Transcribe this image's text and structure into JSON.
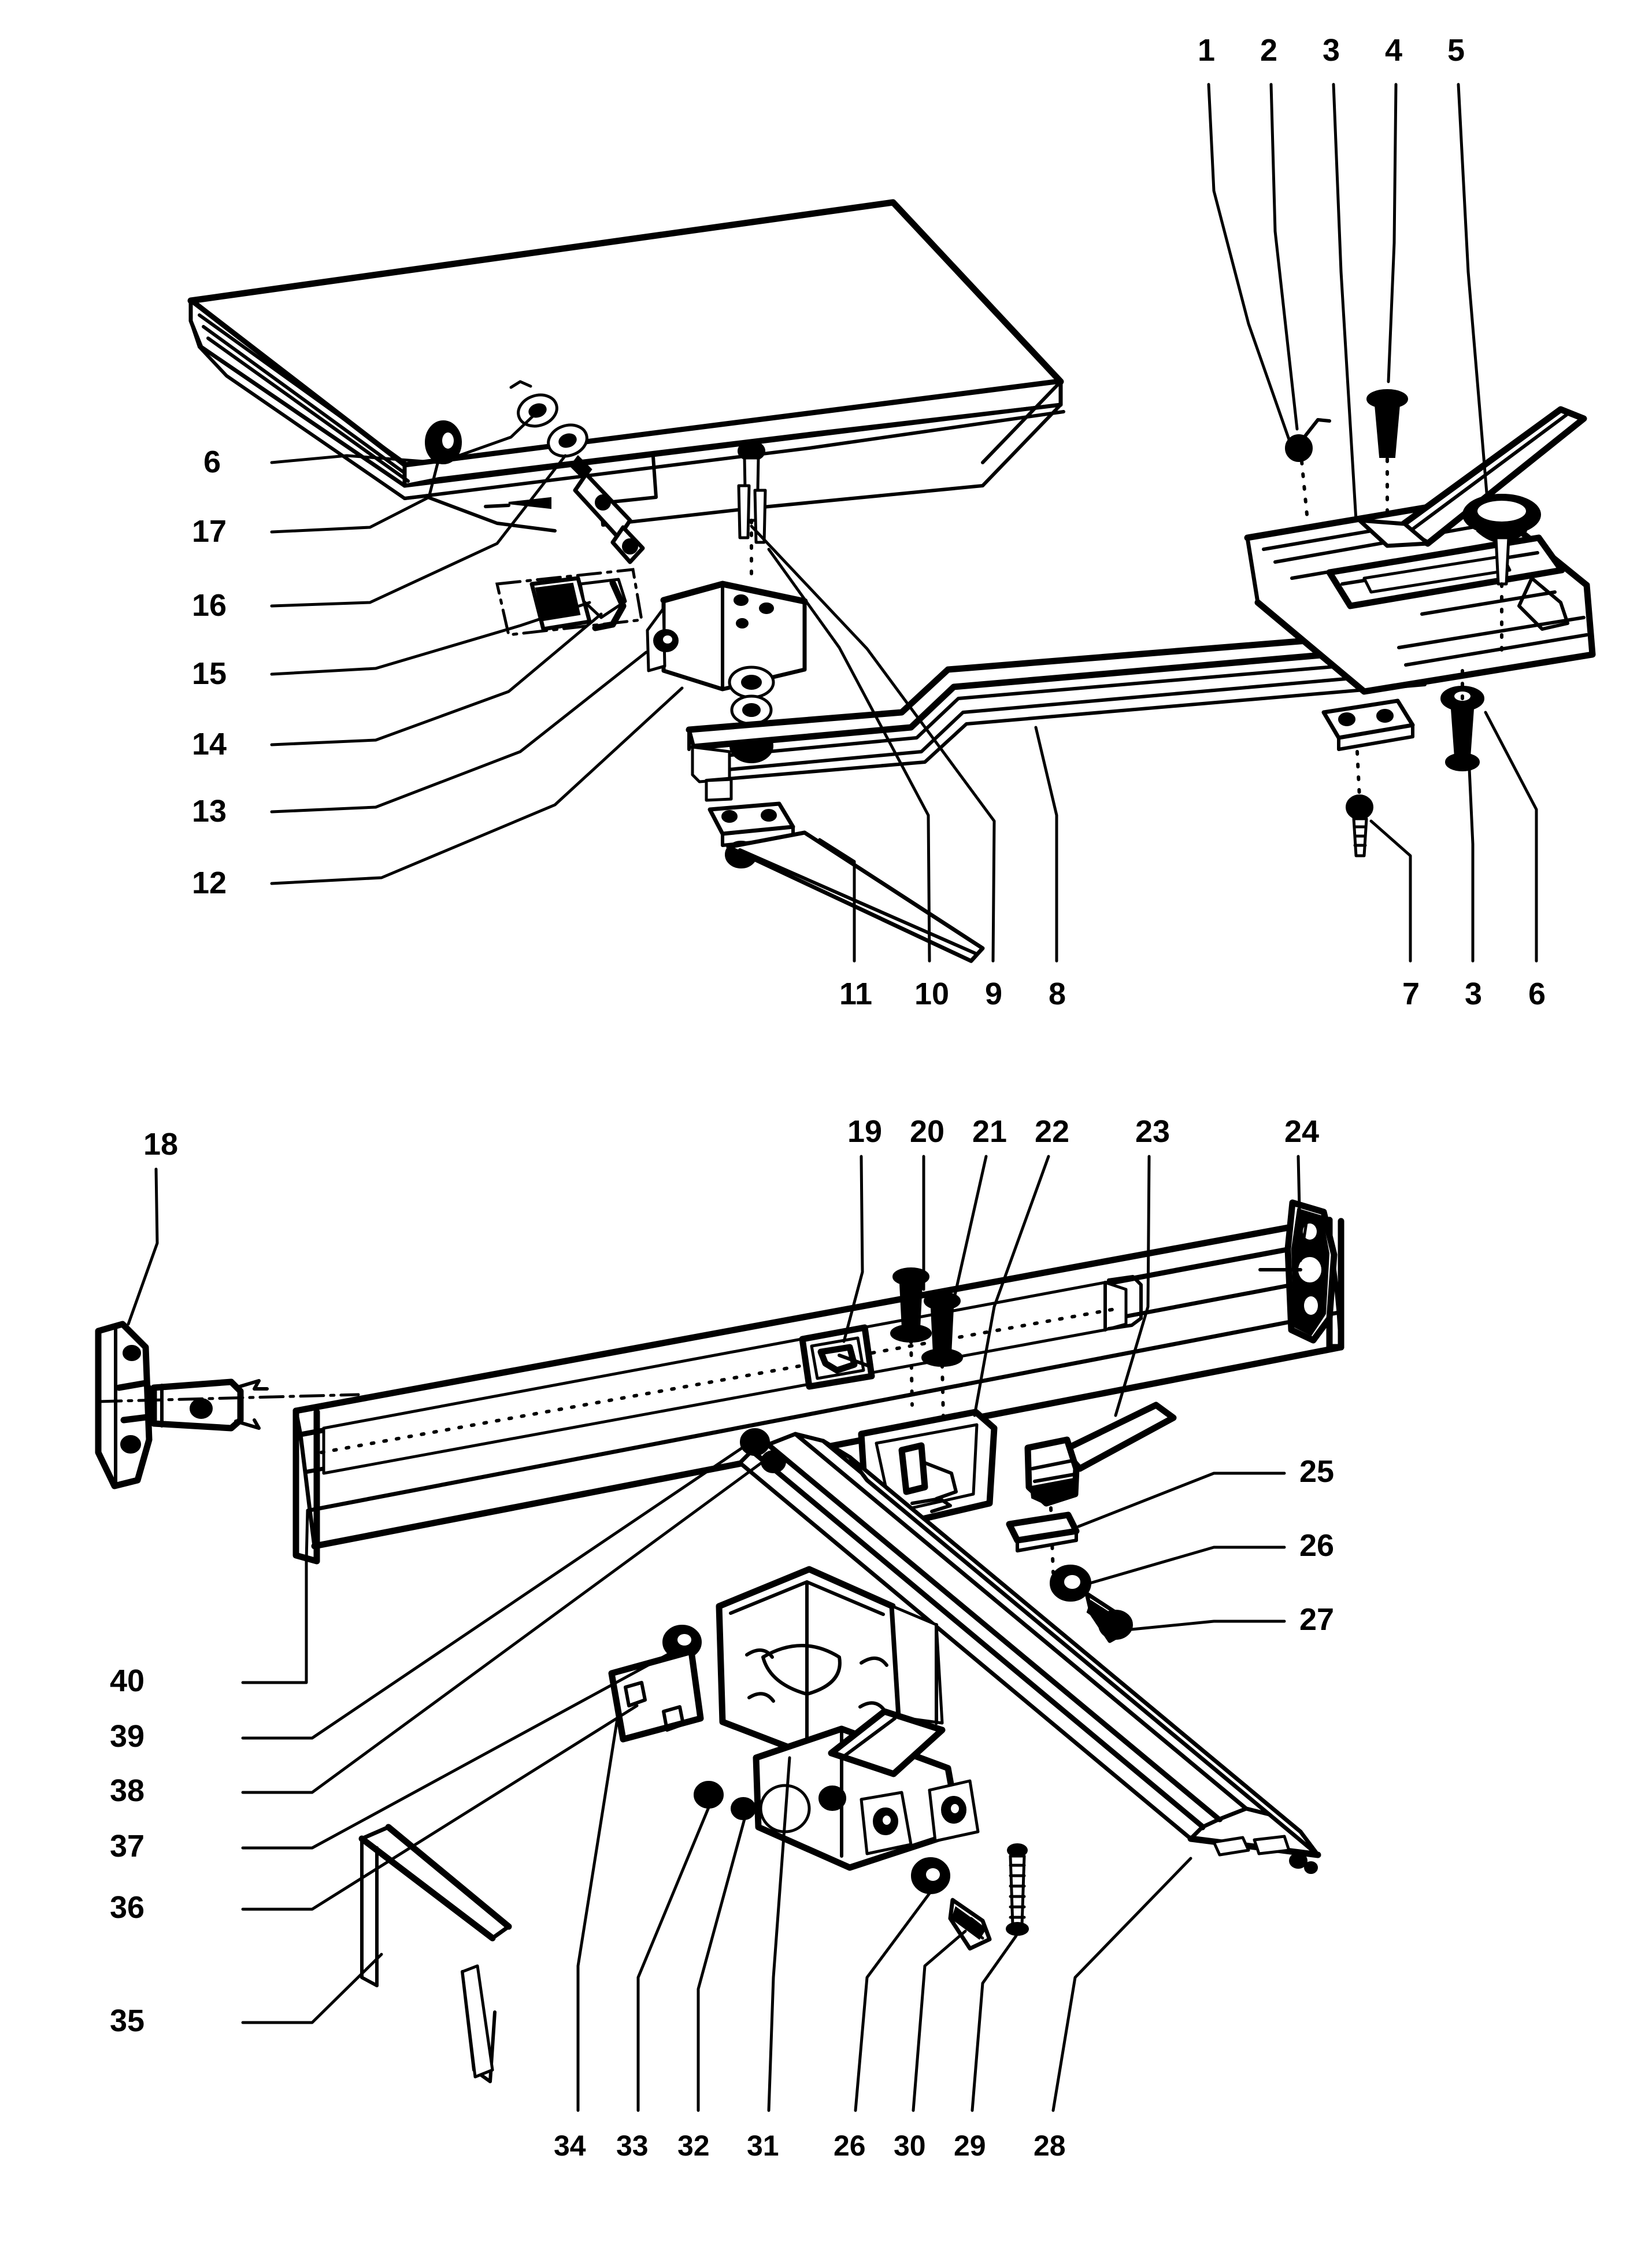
{
  "diagram": {
    "kind": "exploded-parts-diagram",
    "style": "line-art",
    "background_color": "#ffffff",
    "ink_color": "#000000",
    "panels": [
      {
        "id": "upper",
        "name": "extension-table-and-rail-assembly",
        "callouts": [
          "1",
          "2",
          "3",
          "4",
          "5",
          "6",
          "17",
          "16",
          "15",
          "14",
          "13",
          "12",
          "11",
          "10",
          "9",
          "8",
          "7",
          "3",
          "6"
        ]
      },
      {
        "id": "lower",
        "name": "rip-fence-and-carriage-assembly",
        "callouts": [
          "18",
          "19",
          "20",
          "21",
          "22",
          "23",
          "24",
          "25",
          "26",
          "27",
          "40",
          "39",
          "38",
          "37",
          "36",
          "35",
          "34",
          "33",
          "32",
          "31",
          "26",
          "30",
          "29",
          "28"
        ]
      }
    ]
  },
  "callouts": {
    "upper_top_right": [
      {
        "id": "c1",
        "label": "1"
      },
      {
        "id": "c2",
        "label": "2"
      },
      {
        "id": "c3",
        "label": "3"
      },
      {
        "id": "c4",
        "label": "4"
      },
      {
        "id": "c5",
        "label": "5"
      }
    ],
    "upper_left": [
      {
        "id": "c6",
        "label": "6"
      },
      {
        "id": "c17",
        "label": "17"
      },
      {
        "id": "c16",
        "label": "16"
      },
      {
        "id": "c15",
        "label": "15"
      },
      {
        "id": "c14",
        "label": "14"
      },
      {
        "id": "c13",
        "label": "13"
      },
      {
        "id": "c12",
        "label": "12"
      }
    ],
    "upper_bottom_left": [
      {
        "id": "c11",
        "label": "11"
      },
      {
        "id": "c10",
        "label": "10"
      },
      {
        "id": "c9",
        "label": "9"
      },
      {
        "id": "c8",
        "label": "8"
      }
    ],
    "upper_bottom_right": [
      {
        "id": "c7",
        "label": "7"
      },
      {
        "id": "c3b",
        "label": "3"
      },
      {
        "id": "c6b",
        "label": "6"
      }
    ],
    "lower_top": [
      {
        "id": "c19",
        "label": "19"
      },
      {
        "id": "c20",
        "label": "20"
      },
      {
        "id": "c21",
        "label": "21"
      },
      {
        "id": "c22",
        "label": "22"
      },
      {
        "id": "c23",
        "label": "23"
      },
      {
        "id": "c24",
        "label": "24"
      }
    ],
    "lower_top_left": [
      {
        "id": "c18",
        "label": "18"
      }
    ],
    "lower_right": [
      {
        "id": "c25",
        "label": "25"
      },
      {
        "id": "c26",
        "label": "26"
      },
      {
        "id": "c27",
        "label": "27"
      }
    ],
    "lower_left": [
      {
        "id": "c40",
        "label": "40"
      },
      {
        "id": "c39",
        "label": "39"
      },
      {
        "id": "c38",
        "label": "38"
      },
      {
        "id": "c37",
        "label": "37"
      },
      {
        "id": "c36",
        "label": "36"
      },
      {
        "id": "c35",
        "label": "35"
      }
    ],
    "lower_bottom": [
      {
        "id": "c34",
        "label": "34"
      },
      {
        "id": "c33",
        "label": "33"
      },
      {
        "id": "c32",
        "label": "32"
      },
      {
        "id": "c31",
        "label": "31"
      },
      {
        "id": "c26b",
        "label": "26"
      },
      {
        "id": "c30",
        "label": "30"
      },
      {
        "id": "c29",
        "label": "29"
      },
      {
        "id": "c28",
        "label": "28"
      }
    ]
  }
}
